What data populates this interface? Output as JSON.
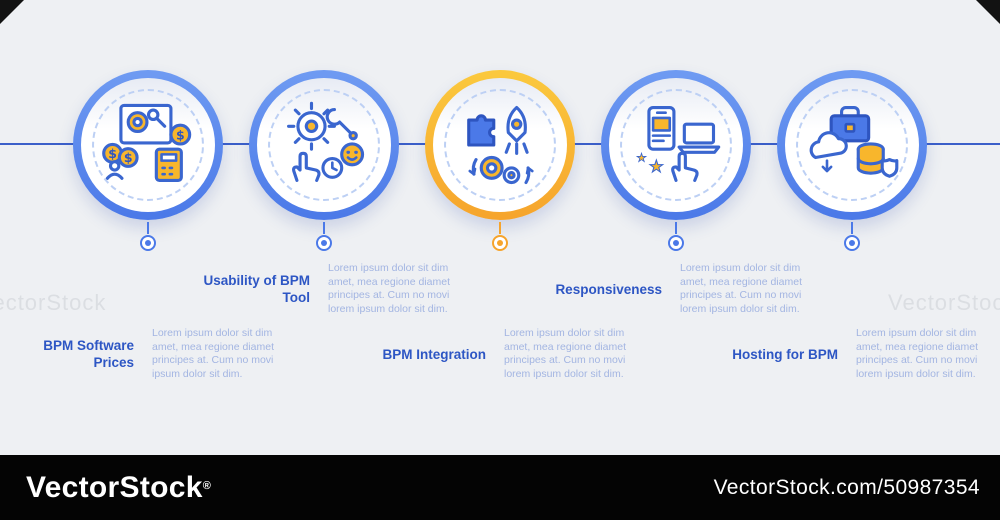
{
  "infographic": {
    "items": [
      {
        "title": "BPM Software Prices",
        "body": "Lorem ipsum dolor sit dim amet, mea regione diamet principes at. Cum no movi ipsum dolor sit dim.",
        "accent": "#4b79e8",
        "accent_light": "#6f9bf2",
        "icon": "software-prices-icon"
      },
      {
        "title": "Usability of BPM Tool",
        "body": "Lorem ipsum dolor sit dim amet, mea regione diamet principes at. Cum no movi lorem ipsum dolor sit dim.",
        "accent": "#4b79e8",
        "accent_light": "#6f9bf2",
        "icon": "usability-icon"
      },
      {
        "title": "BPM Integration",
        "body": "Lorem ipsum dolor sit dim amet, mea regione diamet principes at. Cum no movi lorem ipsum dolor sit dim.",
        "accent": "#f6a42c",
        "accent_light": "#fbc93e",
        "icon": "integration-icon"
      },
      {
        "title": "Responsiveness",
        "body": "Lorem ipsum dolor sit dim amet, mea regione diamet principes at. Cum no movi lorem ipsum dolor sit dim.",
        "accent": "#4b79e8",
        "accent_light": "#6f9bf2",
        "icon": "responsiveness-icon"
      },
      {
        "title": "Hosting for BPM",
        "body": "Lorem ipsum dolor sit dim amet, mea regione diamet principes at. Cum no movi lorem ipsum dolor sit dim.",
        "accent": "#4b79e8",
        "accent_light": "#6f9bf2",
        "icon": "hosting-icon"
      }
    ]
  },
  "watermark": {
    "text": "VectorStock"
  },
  "footer": {
    "logo_text": "VectorStock",
    "registered_mark": "®",
    "credit": "VectorStock.com/50987354"
  },
  "colors": {
    "background": "#eef0f3",
    "timeline": "#3b5fc9",
    "title_text": "#2d56c4",
    "body_text": "#a3b5e2",
    "footer_bg": "#000000",
    "blue_accent": "#4b79e8",
    "orange_accent": "#f6a42c",
    "icon_yellow": "#f8b62c"
  }
}
